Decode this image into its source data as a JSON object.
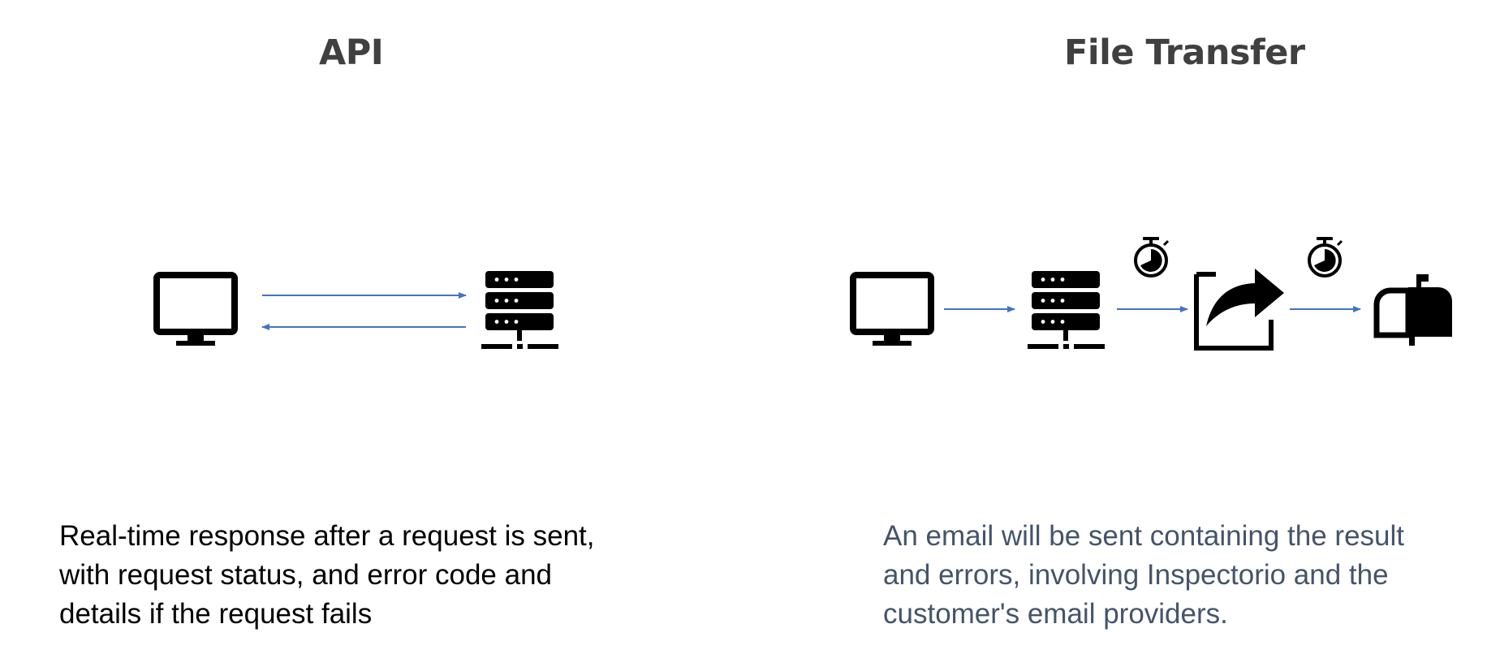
{
  "colors": {
    "arrow": "#4472c4",
    "icon": "#000000",
    "title": "#404040",
    "desc_api": "#000000",
    "desc_file_transfer": "#44546a"
  },
  "api": {
    "title": "API",
    "description_lines": [
      "Real-time response after a request is sent,",
      "with request status, and error code and",
      "details if the request fails"
    ],
    "icons": [
      "monitor-icon",
      "server-icon"
    ]
  },
  "file_transfer": {
    "title": "File Transfer",
    "description_lines": [
      "An email will be sent containing the result",
      "and errors, involving Inspectorio and the",
      "customer's email providers."
    ],
    "icons": [
      "monitor-icon",
      "server-icon",
      "stopwatch-icon",
      "share-icon",
      "stopwatch-icon",
      "mailbox-icon"
    ]
  }
}
